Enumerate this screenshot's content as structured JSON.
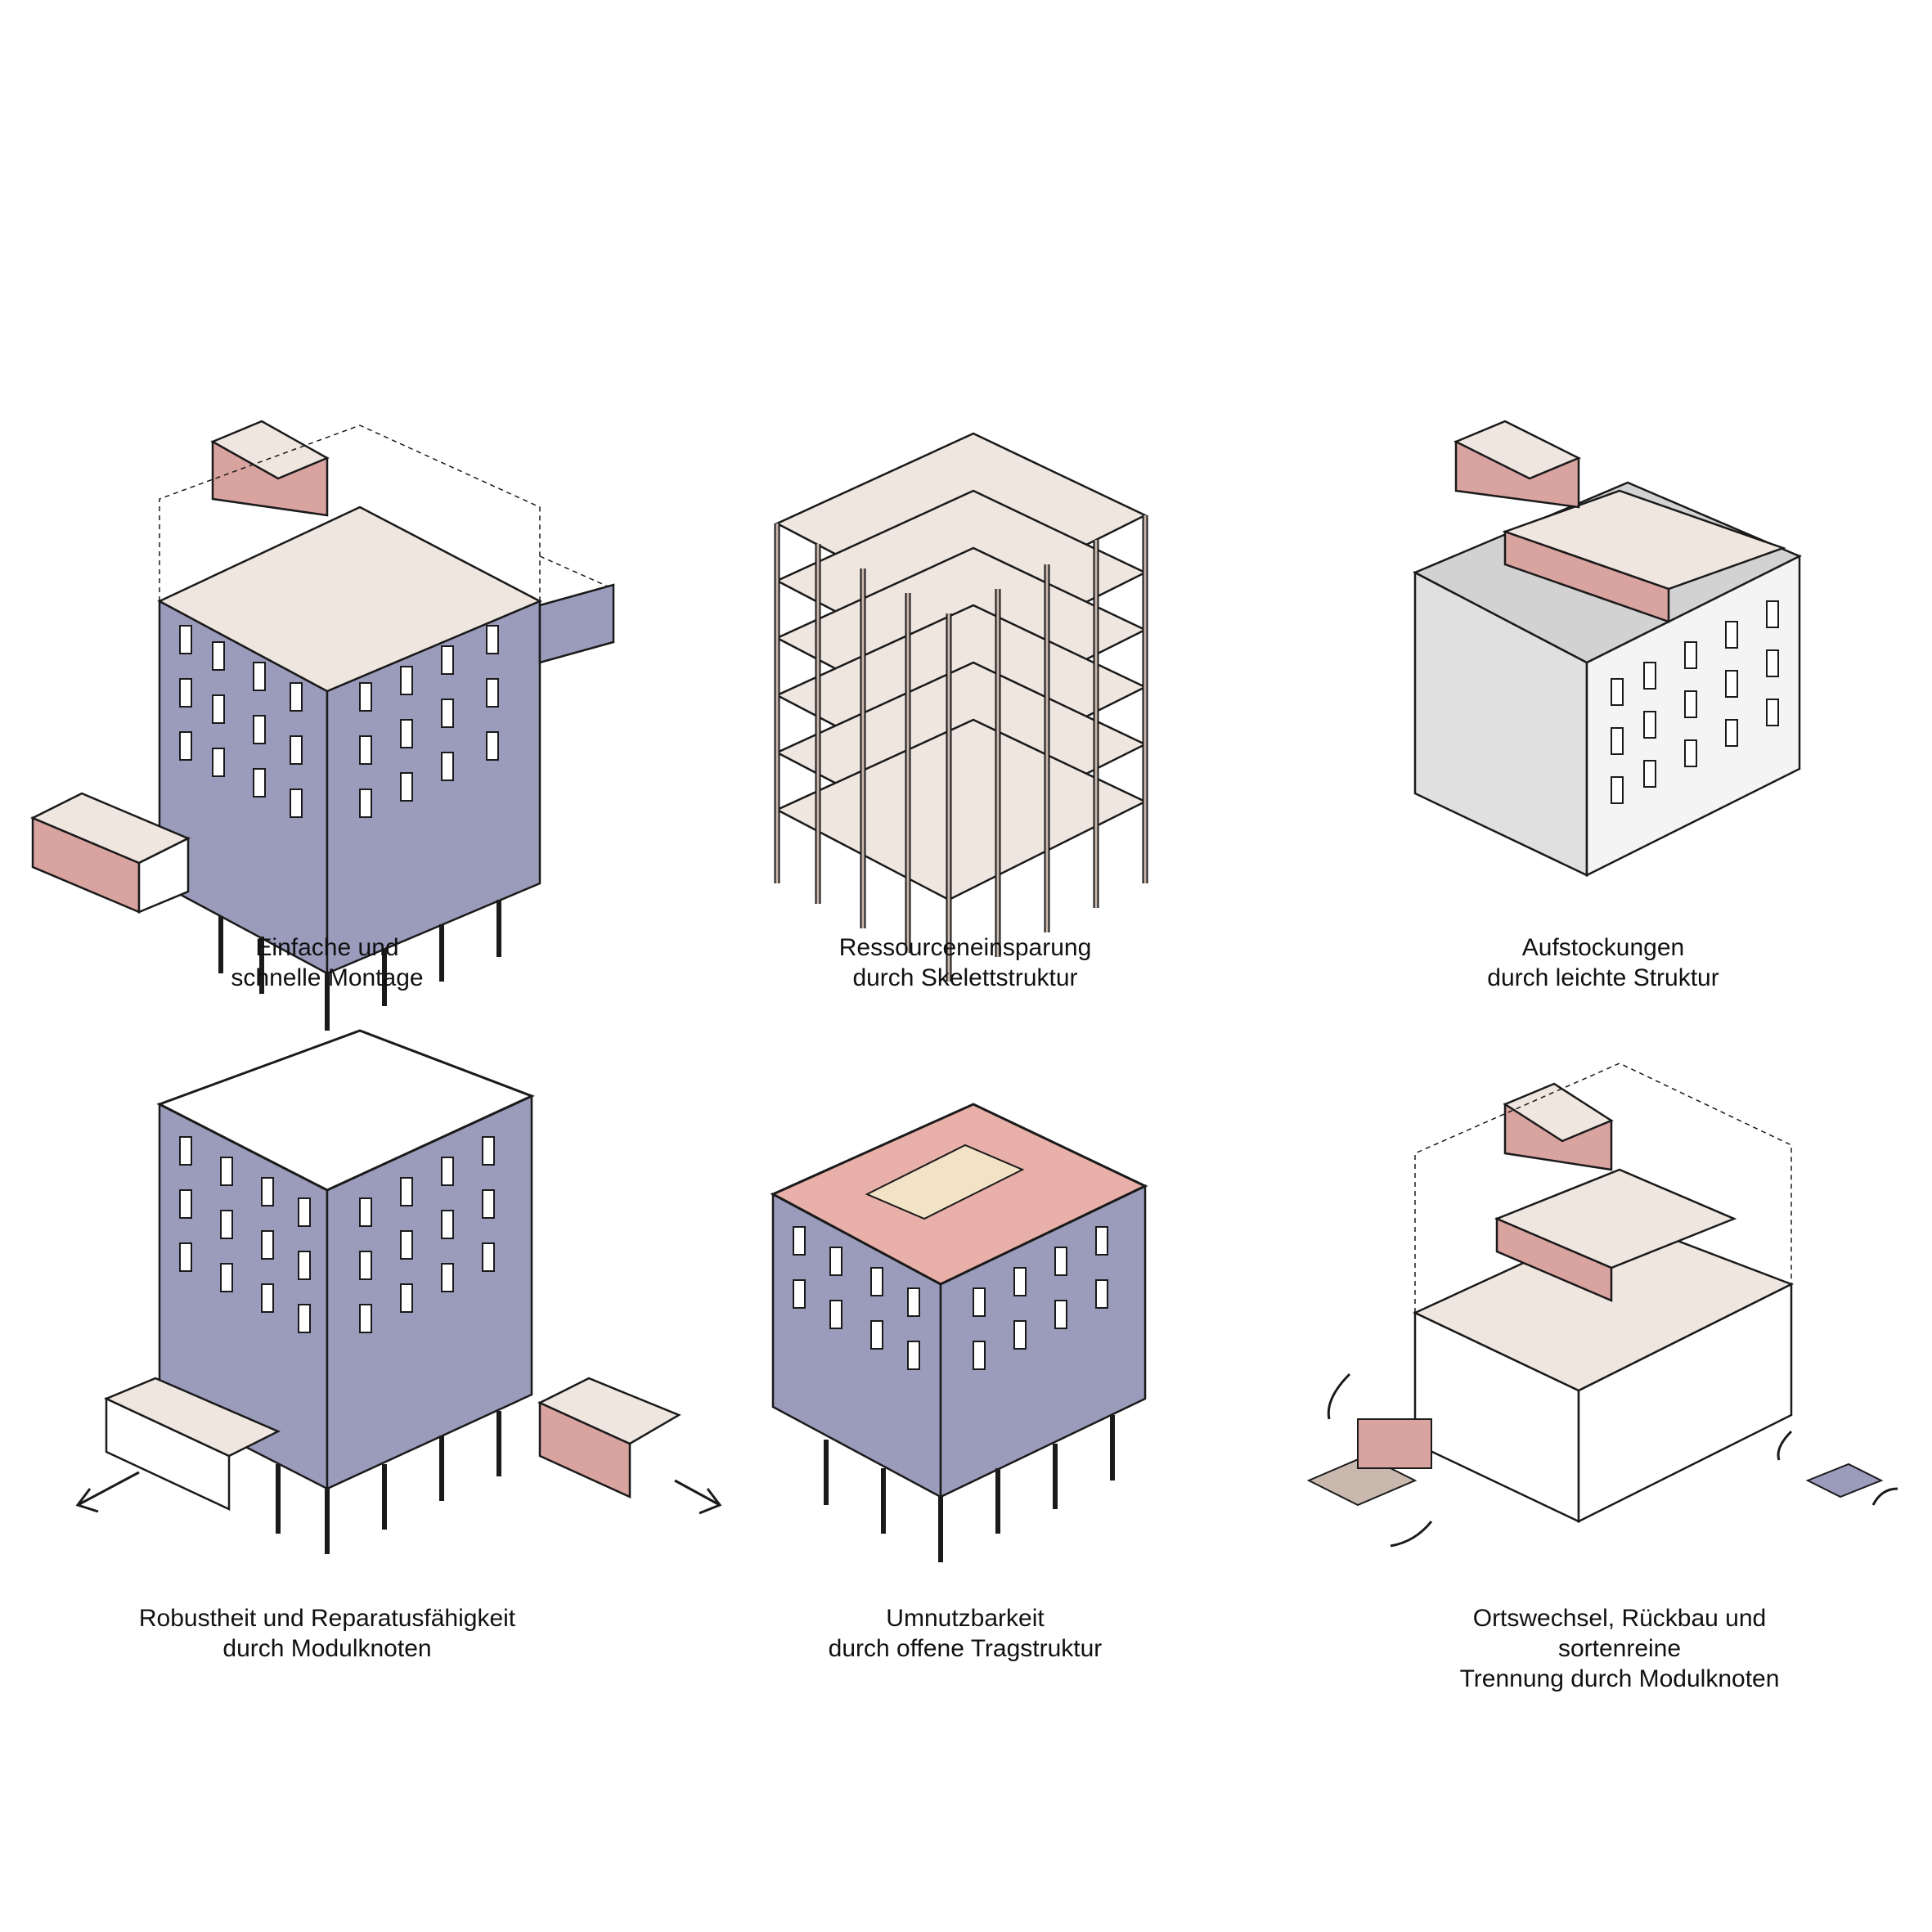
{
  "colors": {
    "facade": "#9b9cbc",
    "module_interior": "#d9a3a0",
    "deck": "#efe6e0",
    "frame": "#c9b8ad",
    "old_building": "#e8e8e8",
    "line": "#1a1a1a"
  },
  "panels": [
    {
      "id": "montage",
      "caption": [
        "Einfache und",
        "schnelle Montage"
      ]
    },
    {
      "id": "skelett",
      "caption": [
        "Ressourceneinsparung",
        "durch Skelettstruktur"
      ]
    },
    {
      "id": "aufstockung",
      "caption": [
        "Aufstockungen",
        "durch leichte Struktur"
      ]
    },
    {
      "id": "robustheit",
      "caption": [
        "Robustheit und Reparatusfähigkeit",
        "durch  Modulknoten"
      ]
    },
    {
      "id": "umnutzung",
      "caption": [
        "Umnutzbarkeit",
        "durch offene Tragstruktur"
      ]
    },
    {
      "id": "ortswechsel",
      "caption": [
        "Ortswechsel, Rückbau und",
        "sortenreine",
        "Trennung durch Modulknoten"
      ]
    }
  ]
}
